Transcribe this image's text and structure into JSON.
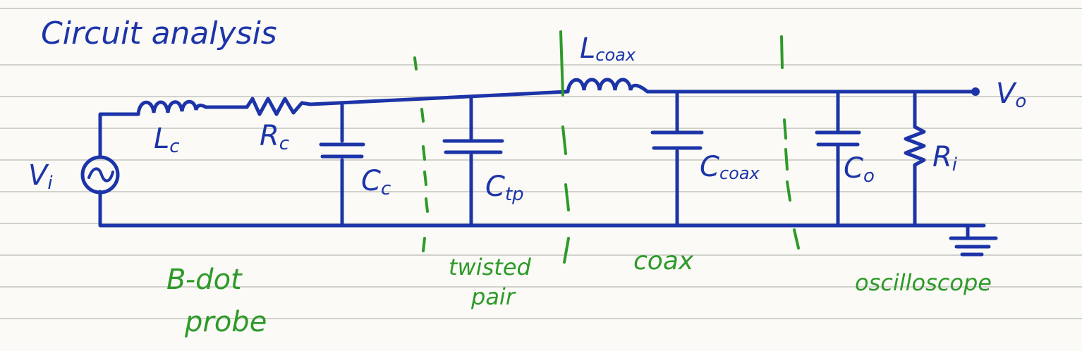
{
  "title": "Circuit analysis",
  "colors": {
    "paper": "#fbfaf6",
    "ruled_line": "#d2d2cd",
    "ink_blue": "#1c34a8",
    "ink_green": "#2e9a2a"
  },
  "components": {
    "source": {
      "label": "V",
      "sub": "i"
    },
    "output": {
      "label": "V",
      "sub": "o"
    },
    "inductor_c": {
      "label": "L",
      "sub": "c"
    },
    "resistor_c": {
      "label": "R",
      "sub": "c"
    },
    "capacitor_c": {
      "label": "C",
      "sub": "c"
    },
    "capacitor_tp": {
      "label": "C",
      "sub": "tp"
    },
    "inductor_coax": {
      "label": "L",
      "sub": "coax"
    },
    "capacitor_coax": {
      "label": "C",
      "sub": "coax"
    },
    "capacitor_o": {
      "label": "C",
      "sub": "o"
    },
    "resistor_i": {
      "label": "R",
      "sub": "i"
    }
  },
  "sections": {
    "bdot_line1": "B-dot",
    "bdot_line2": "probe",
    "twisted_line1": "twisted",
    "twisted_line2": "pair",
    "coax": "coax",
    "scope": "oscilloscope"
  }
}
